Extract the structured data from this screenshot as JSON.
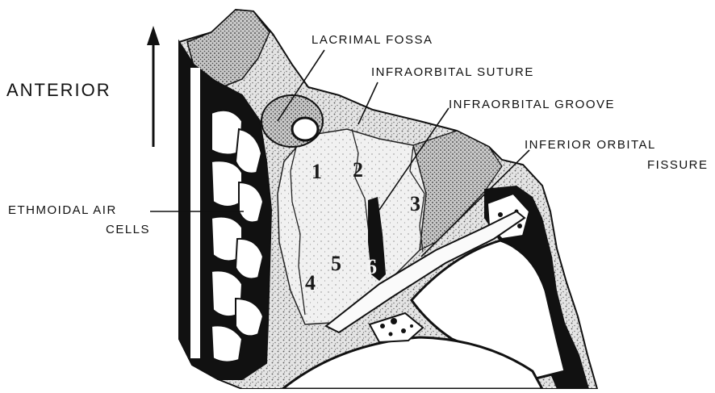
{
  "direction": {
    "label": "ANTERIOR"
  },
  "labels": {
    "lacrimal_fossa": "LACRIMAL FOSSA",
    "infraorbital_suture": "INFRAORBITAL SUTURE",
    "infraorbital_groove": "INFRAORBITAL GROOVE",
    "inferior_orbital_line1": "INFERIOR ORBITAL",
    "inferior_orbital_line2": "FISSURE",
    "ethmoidal_line1": "ETHMOIDAL AIR",
    "ethmoidal_line2": "CELLS"
  },
  "numbers": {
    "n1": "1",
    "n2": "2",
    "n3": "3",
    "n4": "4",
    "n5": "5",
    "n6": "6"
  },
  "colors": {
    "ink": "#111111",
    "paper": "#ffffff",
    "bone": "#d9d9d9"
  }
}
